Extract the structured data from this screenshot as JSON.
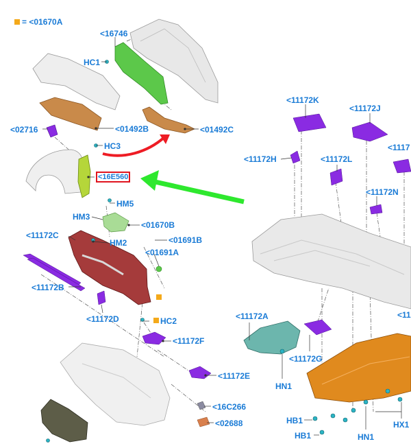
{
  "legend": {
    "marker_color": "#f4a91a",
    "text": "= <01670A"
  },
  "labels": {
    "l16746": "<16746",
    "hc1": "HC1",
    "l01492b": "<01492B",
    "l02716": "<02716",
    "hc3": "HC3",
    "l01492c": "<01492C",
    "l16e560": "<16E560",
    "hm5": "HM5",
    "hm3": "HM3",
    "l01670b": "<01670B",
    "l11172c": "<11172C",
    "hm2": "HM2",
    "l01691b": "<01691B",
    "l01691a": "<01691A",
    "l11172b": "<11172B",
    "l11172d": "<11172D",
    "hc2": "HC2",
    "l11172f": "<11172F",
    "l11172e": "<11172E",
    "l16c266": "<16C266",
    "l02688": "<02688",
    "l11172k": "<11172K",
    "l11172j": "<11172J",
    "l1117_cut": "<1117",
    "l11172h": "<11172H",
    "l11172l": "<11172L",
    "l11172n": "<11172N",
    "l11172a": "<11172A",
    "l11172g": "<11172G",
    "hn1_a": "HN1",
    "l111_cut": "<11",
    "hb1_a": "HB1",
    "hb1_b": "HB1",
    "hn1_b": "HN1",
    "hx1": "HX1"
  },
  "colors": {
    "label": "#1a7bd6",
    "highlight_box": "#e0141e",
    "green_arrow": "#2ee82e",
    "red_arrow": "#ee1c24",
    "part_green": "#5cc84a",
    "part_red": "#9b2a2a",
    "part_purple": "#8a2be2",
    "part_orange": "#e08a1e",
    "part_teal": "#5aa9a0",
    "part_lime": "#b5d63a"
  }
}
